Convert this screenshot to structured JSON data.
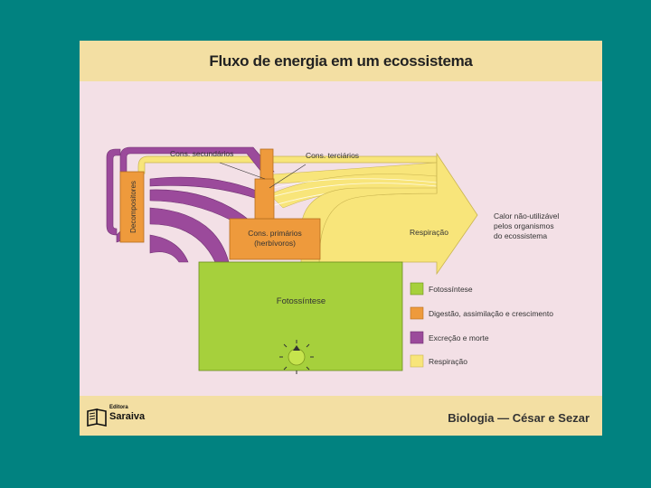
{
  "title": "Fluxo de energia em um ecossistema",
  "nodes": {
    "photosynthesis": "Fotossíntese",
    "primary_line1": "Cons. primários",
    "primary_line2": "(herbívoros)",
    "secondary": "Cons. secundários",
    "tertiary": "Cons. terciários",
    "decomposers": "Decompositores",
    "respiration": "Respiração",
    "heat_line1": "Calor não-utilizável",
    "heat_line2": "pelos organismos",
    "heat_line3": "do ecossistema"
  },
  "legend": [
    {
      "label": "Fotossíntese",
      "color": "#a6d03c"
    },
    {
      "label": "Digestão, assimilação e crescimento",
      "color": "#ee9a3c"
    },
    {
      "label": "Excreção e morte",
      "color": "#9b4a9b"
    },
    {
      "label": "Respiração",
      "color": "#f8e57a"
    }
  ],
  "footer": {
    "publisher_top": "Editora",
    "publisher_name": "Saraiva",
    "credit": "Biologia — César e Sezar"
  },
  "colors": {
    "background": "#018280",
    "header": "#f3dfa3",
    "panel": "#f3e0e6",
    "sun": "sun-icon"
  }
}
